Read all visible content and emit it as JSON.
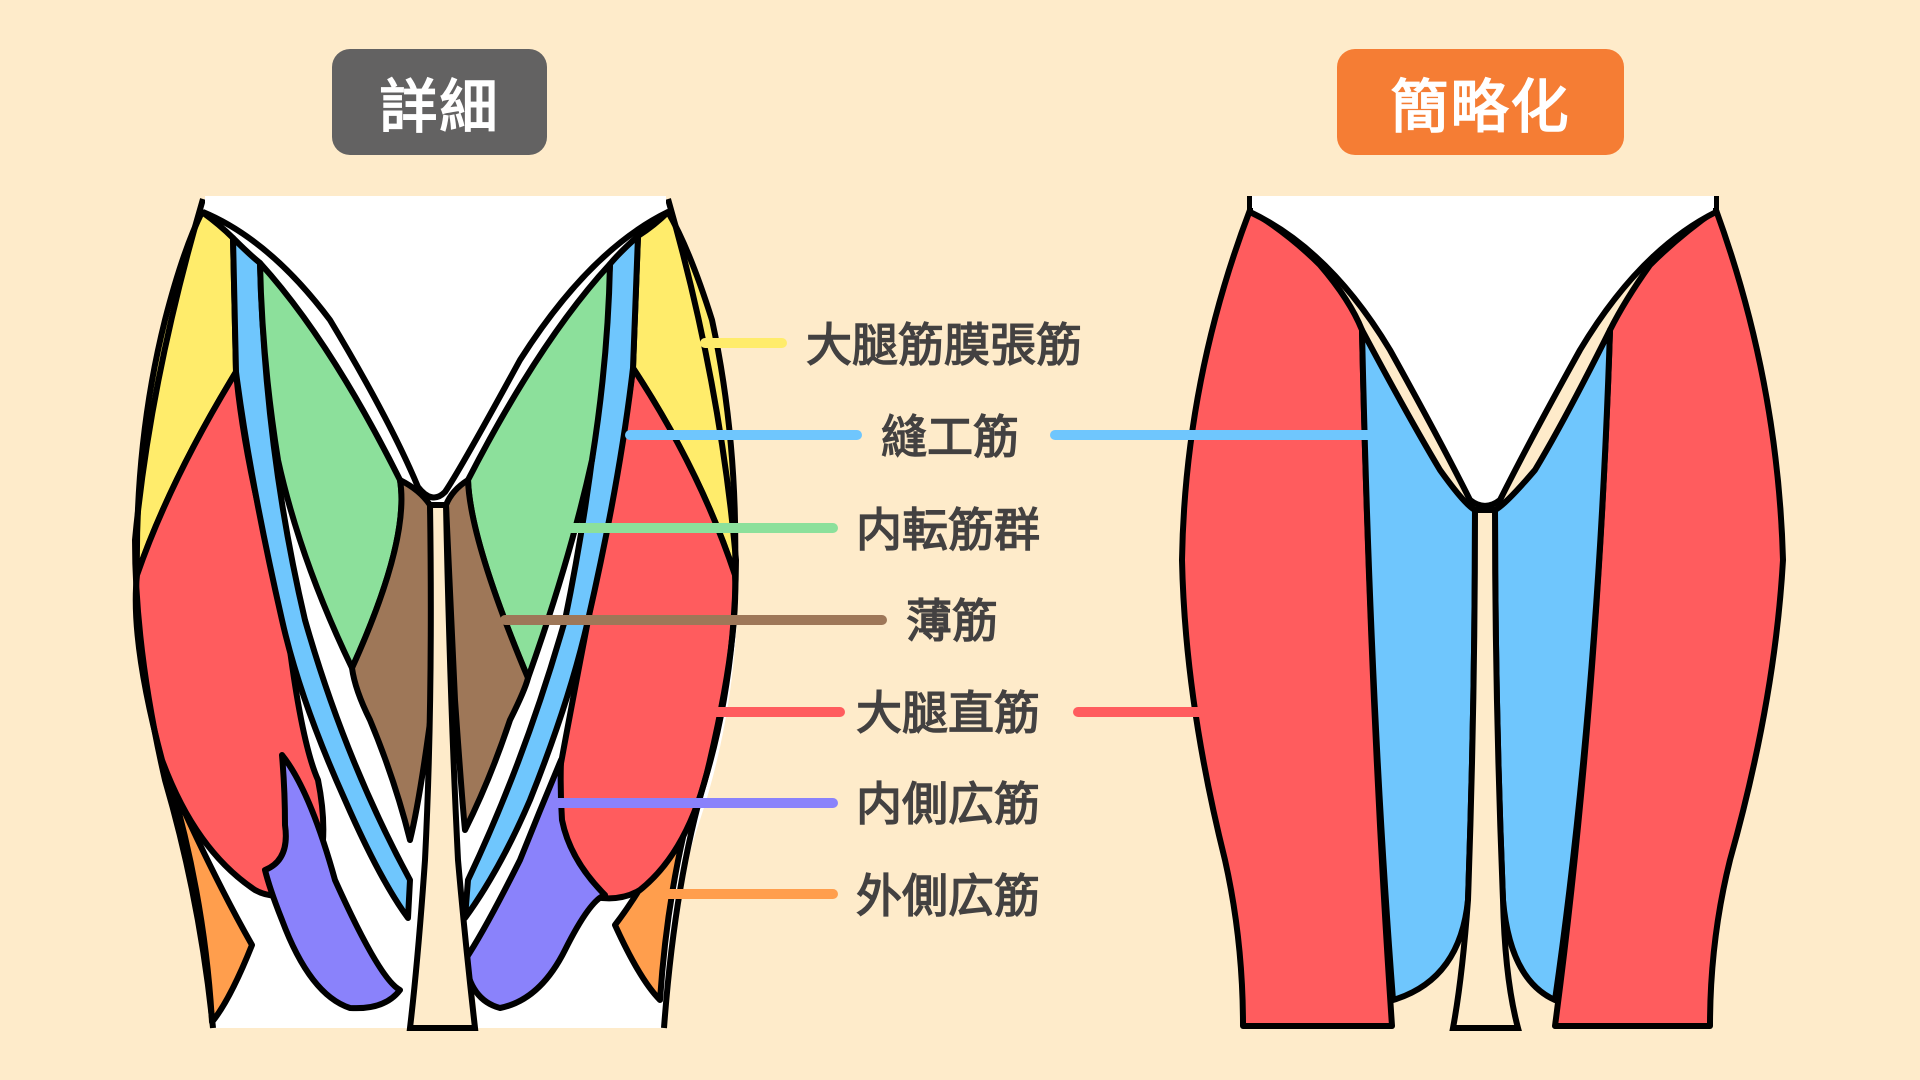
{
  "headers": {
    "detail": "詳細",
    "simplified": "簡略化"
  },
  "colors": {
    "background": "#FEEBCA",
    "detail_badge": "#636262",
    "simplified_badge": "#F57D34",
    "label_text": "#434141",
    "tensor_fasciae_latae": "#FFEC6B",
    "sartorius": "#6FC6FD",
    "adductors": "#8CE09B",
    "gracilis": "#9E7758",
    "rectus_femoris": "#FF5C5E",
    "vastus_medialis": "#8A82FB",
    "vastus_lateralis": "#FF9E4D",
    "skin": "#FFFFFF"
  },
  "labels": [
    {
      "id": "tensor_fasciae_latae",
      "text": "大腿筋膜張筋"
    },
    {
      "id": "sartorius",
      "text": "縫工筋"
    },
    {
      "id": "adductors",
      "text": "内転筋群"
    },
    {
      "id": "gracilis",
      "text": "薄筋"
    },
    {
      "id": "rectus_femoris",
      "text": "大腿直筋"
    },
    {
      "id": "vastus_medialis",
      "text": "内側広筋"
    },
    {
      "id": "vastus_lateralis",
      "text": "外側広筋"
    }
  ]
}
